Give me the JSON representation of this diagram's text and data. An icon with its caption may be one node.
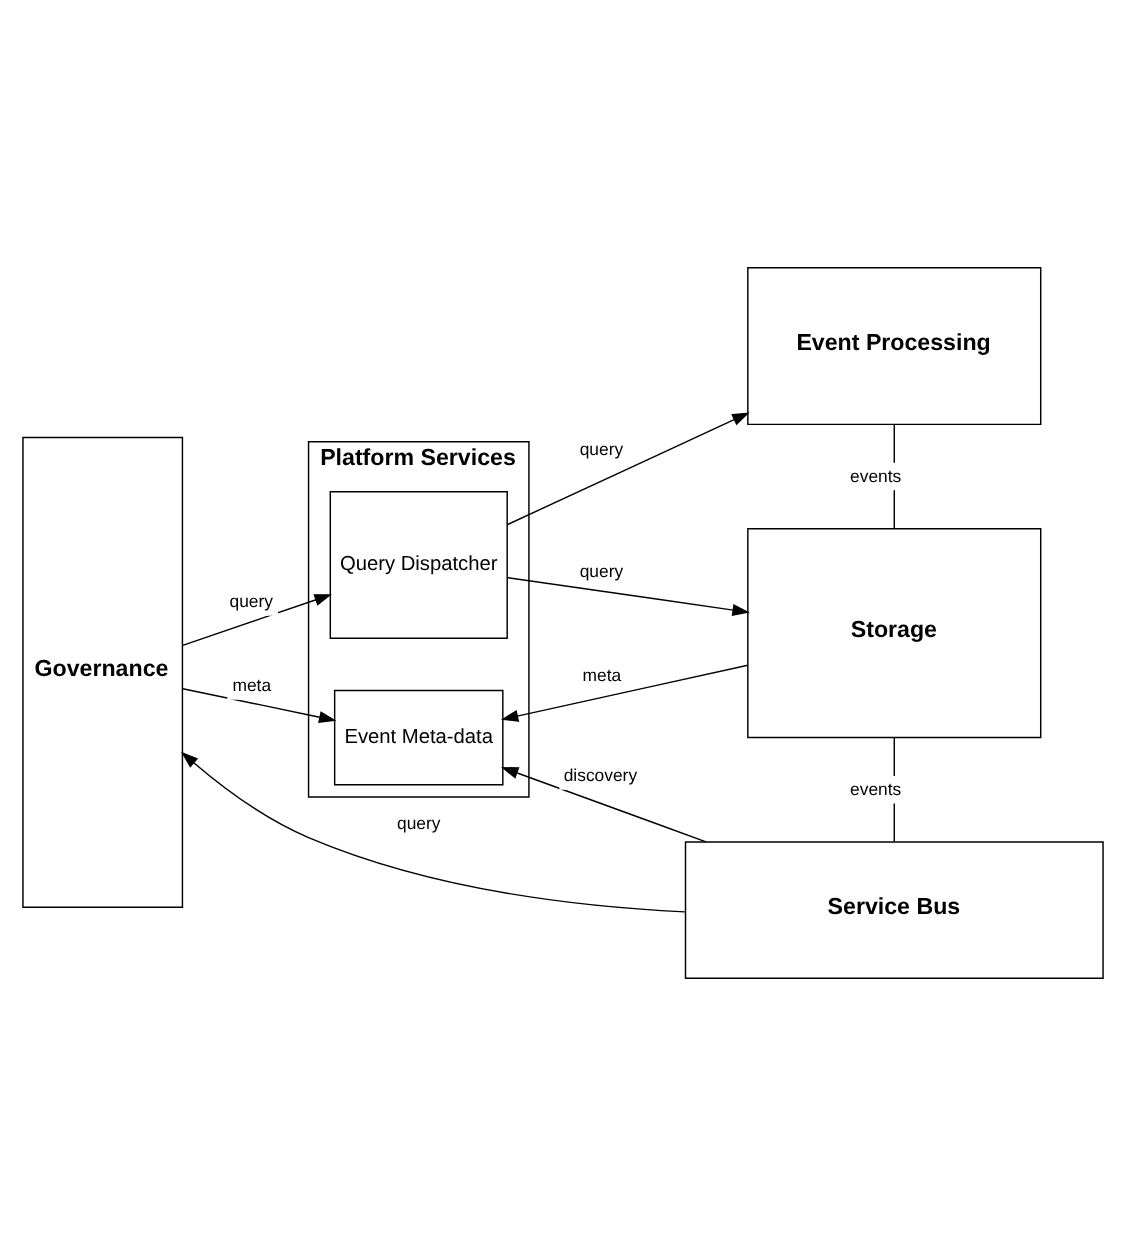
{
  "diagram": {
    "nodes": [
      {
        "text": [
          "Governance"
        ]
      },
      {
        "text": [
          "Platform Services"
        ]
      },
      {
        "text": [
          "Query Dispatcher"
        ],
        "in": 1
      },
      {
        "text": [
          "Event Meta-data"
        ],
        "in": 1
      },
      {
        "text": [
          "Event Processing"
        ]
      },
      {
        "text": [
          "Storage"
        ]
      },
      {
        "text": [
          "Service Bus"
        ]
      }
    ],
    "edges": [
      {
        "from": 0,
        "to": 2,
        "arrow": "to",
        "label": "query"
      },
      {
        "from": 0,
        "to": 3,
        "arrow": "to",
        "label": "meta"
      },
      {
        "from": 2,
        "to": 4,
        "arrow": "to",
        "label": "query"
      },
      {
        "from": 2,
        "to": 5,
        "arrow": "to",
        "label": "query"
      },
      {
        "from": 5,
        "to": 3,
        "arrow": "to",
        "label": "meta"
      },
      {
        "from": 4,
        "to": 5,
        "arrow": "none",
        "label": "events"
      },
      {
        "from": 5,
        "to": 6,
        "arrow": "none",
        "label": "events"
      },
      {
        "from": 6,
        "to": 3,
        "arrow": "to",
        "label": "discovery"
      },
      {
        "from": 6,
        "to": 0,
        "arrow": "to",
        "label": "query"
      }
    ]
  }
}
